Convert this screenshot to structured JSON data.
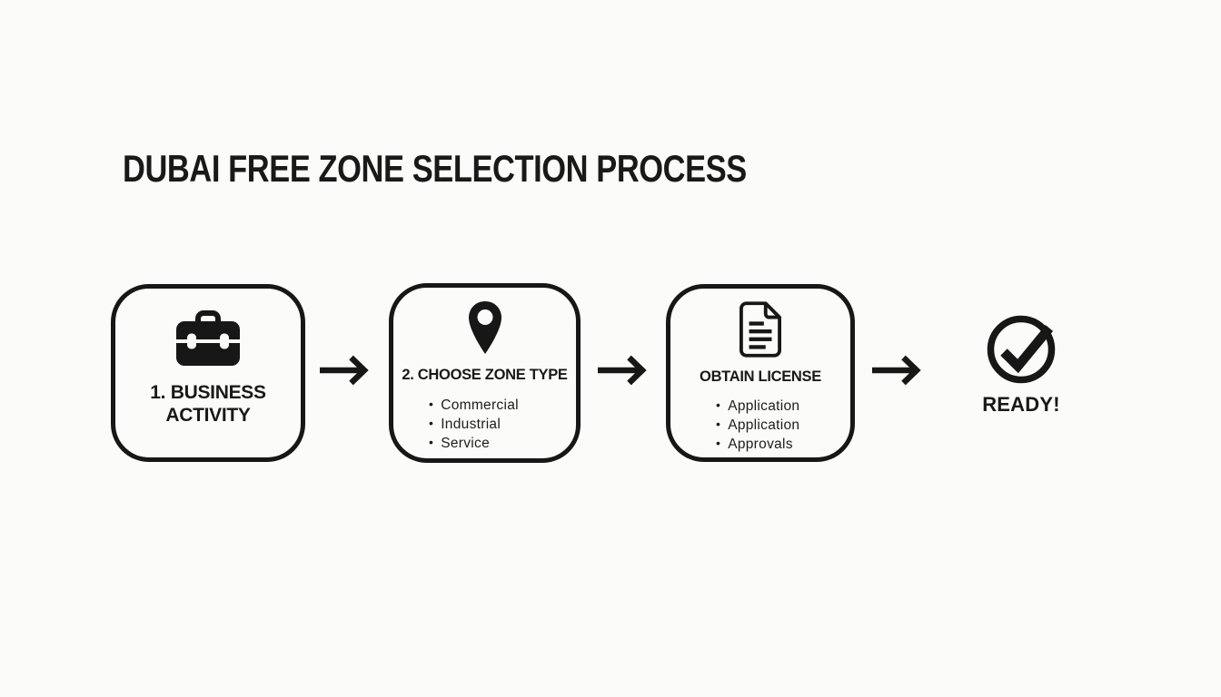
{
  "title": "DUBAI FREE ZONE SELECTION PROCESS",
  "steps": [
    {
      "id": "business-activity",
      "icon": "briefcase-icon",
      "heading": "1. BUSINESS ACTIVITY",
      "heading_lines": [
        "1. BUSINESS",
        "ACTIVITY"
      ],
      "bullets": []
    },
    {
      "id": "choose-zone-type",
      "icon": "location-pin-icon",
      "heading": "2. CHOOSE ZONE TYPE",
      "bullets": [
        "Commercial",
        "Industrial",
        "Service"
      ]
    },
    {
      "id": "obtain-license",
      "icon": "document-icon",
      "heading": "OBTAIN LICENSE",
      "bullets": [
        "Application",
        "Application",
        "Approvals"
      ]
    }
  ],
  "connector": "arrow-right",
  "result": {
    "icon": "check-circle-icon",
    "label": "READY!"
  },
  "colors": {
    "ink": "#1a1a1a",
    "background": "#fbfbf9"
  }
}
